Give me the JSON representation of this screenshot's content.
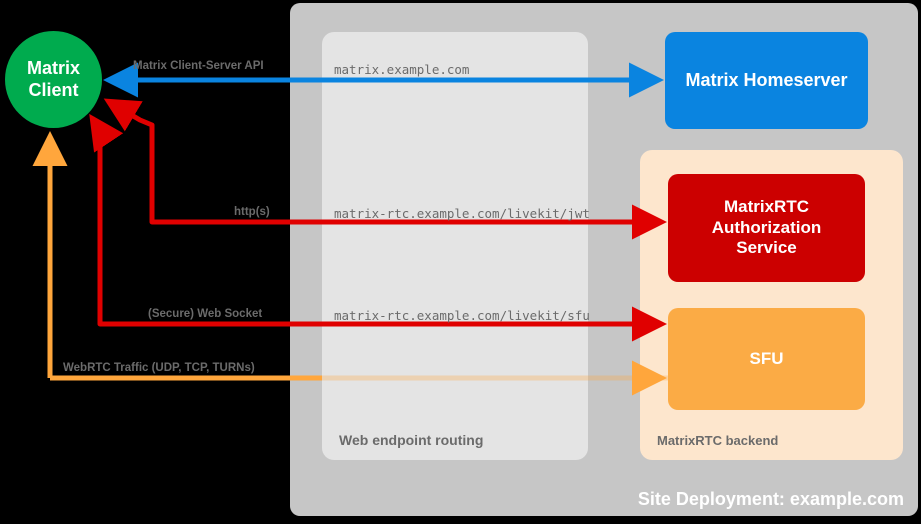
{
  "diagram": {
    "site": {
      "label": "Site Deployment: example.com"
    },
    "routing": {
      "label": "Web endpoint routing"
    },
    "backend": {
      "label": "MatrixRTC backend"
    },
    "nodes": {
      "client_line1": "Matrix",
      "client_line2": "Client",
      "homeserver": "Matrix Homeserver",
      "auth_line1": "MatrixRTC",
      "auth_line2": "Authorization",
      "auth_line3": "Service",
      "sfu": "SFU"
    },
    "edges": [
      {
        "protocol_label": "Matrix Client-Server API",
        "url_label": "matrix.example.com",
        "color": "#0a84e0",
        "from": "Matrix Client",
        "to": "Matrix Homeserver",
        "direction": "bidirectional"
      },
      {
        "protocol_label": "http(s)",
        "url_label": "matrix-rtc.example.com/livekit/jwt",
        "color": "#e00000",
        "from": "Matrix Client",
        "to": "MatrixRTC Authorization Service",
        "direction": "bidirectional"
      },
      {
        "protocol_label": "(Secure) Web Socket",
        "url_label": "matrix-rtc.example.com/livekit/sfu",
        "color": "#e00000",
        "from": "Matrix Client",
        "to": "SFU",
        "direction": "bidirectional"
      },
      {
        "protocol_label": "WebRTC Traffic (UDP, TCP, TURNs)",
        "url_label": "",
        "color": "#ffa63c",
        "from": "Matrix Client",
        "to": "SFU",
        "direction": "bidirectional"
      }
    ],
    "colors": {
      "background": "#000000",
      "site_box": "#c6c6c6",
      "routing_box": "#e4e4e4",
      "backend_box": "#fde6cd",
      "client": "#00ab4e",
      "homeserver": "#0a84e0",
      "auth_service": "#cc0000",
      "sfu": "#fbab45",
      "label_text": "#6b6b6b"
    }
  }
}
